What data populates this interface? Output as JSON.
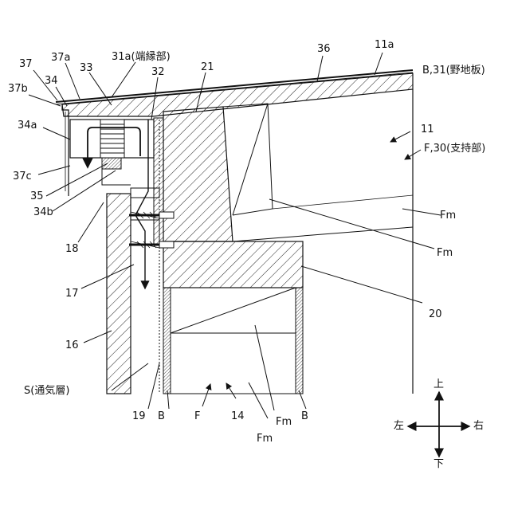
{
  "labels": {
    "l11a": "11a",
    "l36": "36",
    "l37": "37",
    "l37a": "37a",
    "l33": "33",
    "l31a": "31a(端縁部)",
    "l21": "21",
    "l32": "32",
    "l34": "34",
    "l37b": "37b",
    "l34a": "34a",
    "l37c": "37c",
    "l35": "35",
    "l34b": "34b",
    "l18": "18",
    "l17": "17",
    "l16": "16",
    "lS": "S(通気層)",
    "l19": "19",
    "lB1": "B",
    "lF": "F",
    "l14": "14",
    "lFm1": "Fm",
    "lFm2": "Fm",
    "lB2": "B",
    "lB31": "B,31(野地板)",
    "l11": "11",
    "lF30": "F,30(支持部)",
    "lFm3": "Fm",
    "lFm4": "Fm",
    "l20": "20"
  },
  "compass": {
    "up": "上",
    "down": "下",
    "left": "左",
    "right": "右"
  }
}
